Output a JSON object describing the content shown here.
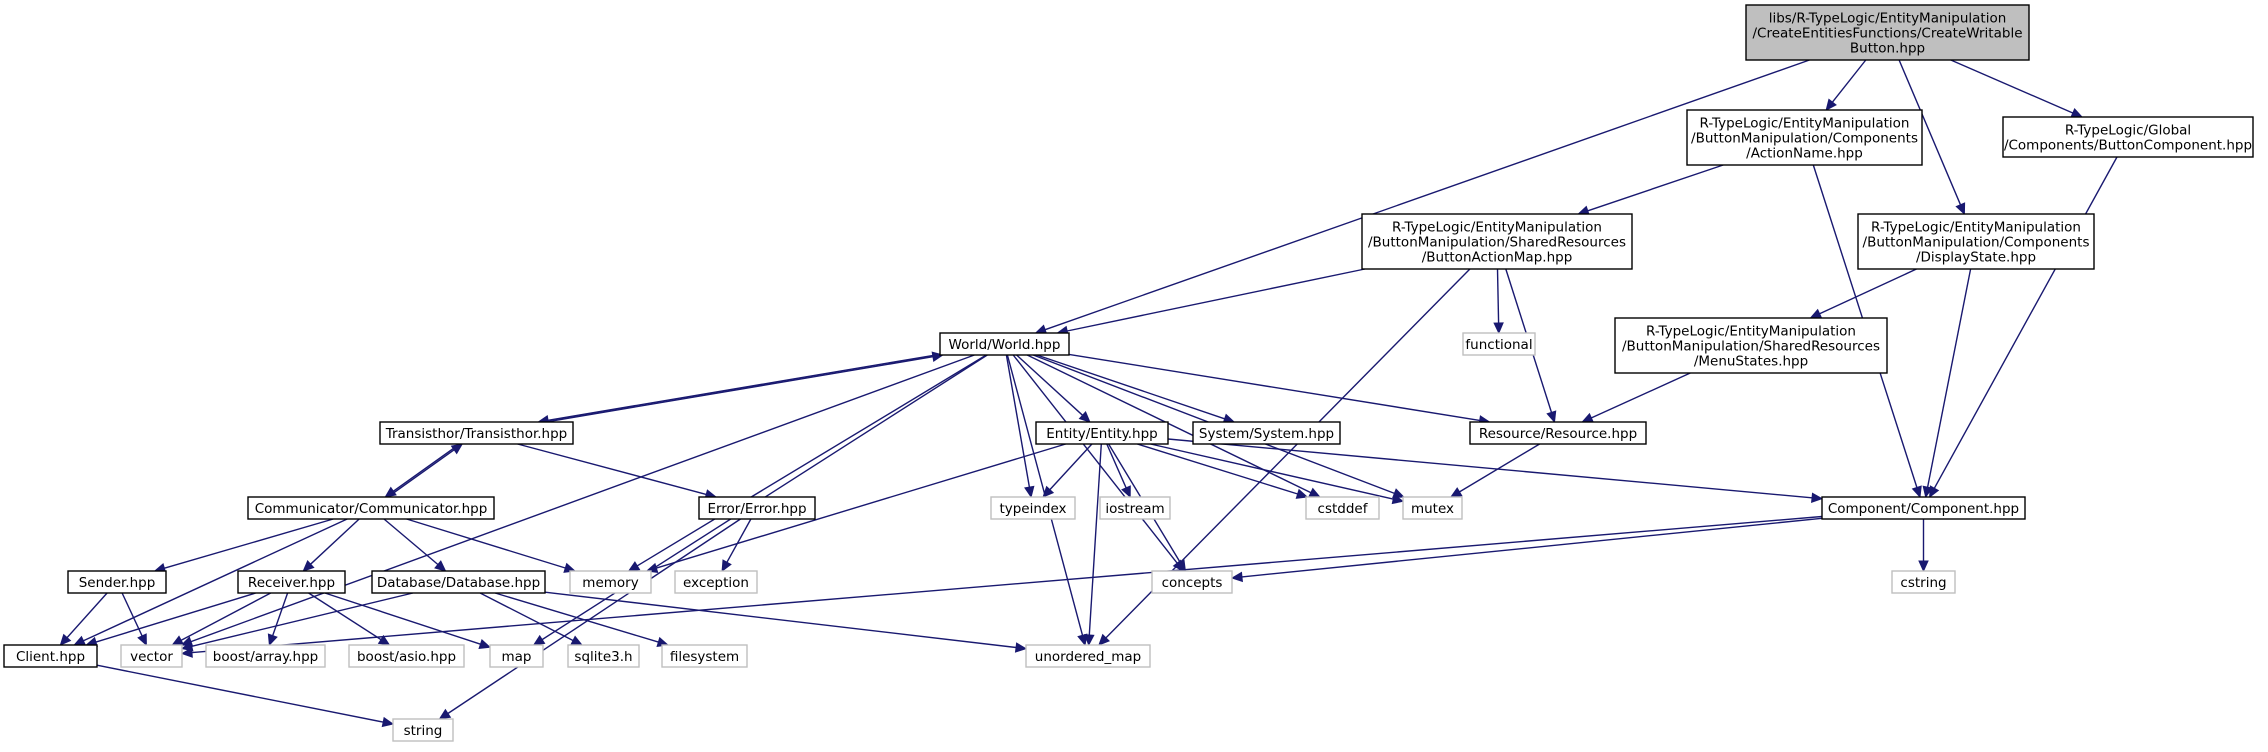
{
  "graph": {
    "colors": {
      "edge": "#191970",
      "root_fill": "#bfbfbf",
      "local_border": "#000000",
      "system_border": "#bfbfbf",
      "background": "#ffffff"
    },
    "nodes": [
      {
        "id": "root",
        "lines": [
          "libs/R-TypeLogic/EntityManipulation",
          "/CreateEntitiesFunctions/CreateWritable",
          "Button.hpp"
        ],
        "kind": "root"
      },
      {
        "id": "world",
        "lines": [
          "World/World.hpp"
        ],
        "kind": "local"
      },
      {
        "id": "actionname",
        "lines": [
          "R-TypeLogic/EntityManipulation",
          "/ButtonManipulation/Components",
          "/ActionName.hpp"
        ],
        "kind": "local"
      },
      {
        "id": "buttoncomp",
        "lines": [
          "R-TypeLogic/Global",
          "/Components/ButtonComponent.hpp"
        ],
        "kind": "local"
      },
      {
        "id": "displaystate",
        "lines": [
          "R-TypeLogic/EntityManipulation",
          "/ButtonManipulation/Components",
          "/DisplayState.hpp"
        ],
        "kind": "local"
      },
      {
        "id": "buttonactionmap",
        "lines": [
          "R-TypeLogic/EntityManipulation",
          "/ButtonManipulation/SharedResources",
          "/ButtonActionMap.hpp"
        ],
        "kind": "local"
      },
      {
        "id": "menustates",
        "lines": [
          "R-TypeLogic/EntityManipulation",
          "/ButtonManipulation/SharedResources",
          "/MenuStates.hpp"
        ],
        "kind": "local"
      },
      {
        "id": "functional",
        "lines": [
          "functional"
        ],
        "kind": "system"
      },
      {
        "id": "transisthor",
        "lines": [
          "Transisthor/Transisthor.hpp"
        ],
        "kind": "local"
      },
      {
        "id": "entity",
        "lines": [
          "Entity/Entity.hpp"
        ],
        "kind": "local"
      },
      {
        "id": "system",
        "lines": [
          "System/System.hpp"
        ],
        "kind": "local"
      },
      {
        "id": "resource",
        "lines": [
          "Resource/Resource.hpp"
        ],
        "kind": "local"
      },
      {
        "id": "communicator",
        "lines": [
          "Communicator/Communicator.hpp"
        ],
        "kind": "local"
      },
      {
        "id": "error",
        "lines": [
          "Error/Error.hpp"
        ],
        "kind": "local"
      },
      {
        "id": "typeindex",
        "lines": [
          "typeindex"
        ],
        "kind": "system"
      },
      {
        "id": "iostream",
        "lines": [
          "iostream"
        ],
        "kind": "system"
      },
      {
        "id": "cstddef",
        "lines": [
          "cstddef"
        ],
        "kind": "system"
      },
      {
        "id": "mutex",
        "lines": [
          "mutex"
        ],
        "kind": "system"
      },
      {
        "id": "component",
        "lines": [
          "Component/Component.hpp"
        ],
        "kind": "local"
      },
      {
        "id": "sender",
        "lines": [
          "Sender.hpp"
        ],
        "kind": "local"
      },
      {
        "id": "receiver",
        "lines": [
          "Receiver.hpp"
        ],
        "kind": "local"
      },
      {
        "id": "database",
        "lines": [
          "Database/Database.hpp"
        ],
        "kind": "local"
      },
      {
        "id": "memory",
        "lines": [
          "memory"
        ],
        "kind": "system"
      },
      {
        "id": "exception",
        "lines": [
          "exception"
        ],
        "kind": "system"
      },
      {
        "id": "concepts",
        "lines": [
          "concepts"
        ],
        "kind": "system"
      },
      {
        "id": "cstring",
        "lines": [
          "cstring"
        ],
        "kind": "system"
      },
      {
        "id": "client",
        "lines": [
          "Client.hpp"
        ],
        "kind": "local"
      },
      {
        "id": "vector",
        "lines": [
          "vector"
        ],
        "kind": "system"
      },
      {
        "id": "boostarray",
        "lines": [
          "boost/array.hpp"
        ],
        "kind": "system"
      },
      {
        "id": "boostasio",
        "lines": [
          "boost/asio.hpp"
        ],
        "kind": "system"
      },
      {
        "id": "map",
        "lines": [
          "map"
        ],
        "kind": "system"
      },
      {
        "id": "sqlite",
        "lines": [
          "sqlite3.h"
        ],
        "kind": "system"
      },
      {
        "id": "filesystem",
        "lines": [
          "filesystem"
        ],
        "kind": "system"
      },
      {
        "id": "unorderedmap",
        "lines": [
          "unordered_map"
        ],
        "kind": "system"
      },
      {
        "id": "string",
        "lines": [
          "string"
        ],
        "kind": "system"
      }
    ],
    "edges": [
      [
        "root",
        "world"
      ],
      [
        "root",
        "actionname"
      ],
      [
        "root",
        "displaystate"
      ],
      [
        "root",
        "buttoncomp"
      ],
      [
        "actionname",
        "buttonactionmap"
      ],
      [
        "actionname",
        "component"
      ],
      [
        "buttoncomp",
        "component"
      ],
      [
        "displaystate",
        "menustates"
      ],
      [
        "displaystate",
        "component"
      ],
      [
        "buttonactionmap",
        "world"
      ],
      [
        "buttonactionmap",
        "functional"
      ],
      [
        "buttonactionmap",
        "resource"
      ],
      [
        "buttonactionmap",
        "unorderedmap"
      ],
      [
        "menustates",
        "resource"
      ],
      [
        "world",
        "transisthor"
      ],
      [
        "world",
        "entity"
      ],
      [
        "world",
        "system"
      ],
      [
        "world",
        "resource"
      ],
      [
        "world",
        "typeindex"
      ],
      [
        "world",
        "cstddef"
      ],
      [
        "world",
        "mutex"
      ],
      [
        "world",
        "concepts"
      ],
      [
        "world",
        "unorderedmap"
      ],
      [
        "world",
        "map"
      ],
      [
        "world",
        "vector"
      ],
      [
        "world",
        "memory"
      ],
      [
        "transisthor",
        "world"
      ],
      [
        "transisthor",
        "communicator"
      ],
      [
        "transisthor",
        "error"
      ],
      [
        "communicator",
        "transisthor"
      ],
      [
        "communicator",
        "sender"
      ],
      [
        "communicator",
        "receiver"
      ],
      [
        "communicator",
        "database"
      ],
      [
        "communicator",
        "memory"
      ],
      [
        "communicator",
        "client"
      ],
      [
        "entity",
        "typeindex"
      ],
      [
        "entity",
        "iostream"
      ],
      [
        "entity",
        "cstddef"
      ],
      [
        "entity",
        "mutex"
      ],
      [
        "entity",
        "concepts"
      ],
      [
        "entity",
        "unorderedmap"
      ],
      [
        "entity",
        "component"
      ],
      [
        "entity",
        "memory"
      ],
      [
        "resource",
        "mutex"
      ],
      [
        "component",
        "concepts"
      ],
      [
        "component",
        "cstring"
      ],
      [
        "component",
        "vector"
      ],
      [
        "error",
        "exception"
      ],
      [
        "error",
        "string"
      ],
      [
        "sender",
        "client"
      ],
      [
        "sender",
        "vector"
      ],
      [
        "receiver",
        "client"
      ],
      [
        "receiver",
        "vector"
      ],
      [
        "receiver",
        "boostarray"
      ],
      [
        "receiver",
        "boostasio"
      ],
      [
        "receiver",
        "map"
      ],
      [
        "database",
        "vector"
      ],
      [
        "database",
        "sqlite"
      ],
      [
        "database",
        "filesystem"
      ],
      [
        "database",
        "unorderedmap"
      ],
      [
        "client",
        "string"
      ]
    ]
  }
}
